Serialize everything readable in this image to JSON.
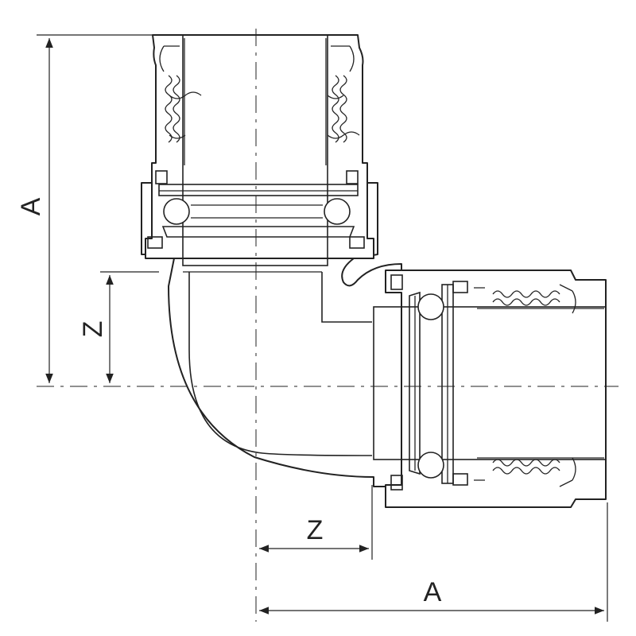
{
  "dimensions": {
    "vertical_A": "A",
    "vertical_Z": "Z",
    "horizontal_Z": "Z",
    "horizontal_A": "A"
  },
  "colors": {
    "line": "#222222",
    "background": "#ffffff"
  }
}
